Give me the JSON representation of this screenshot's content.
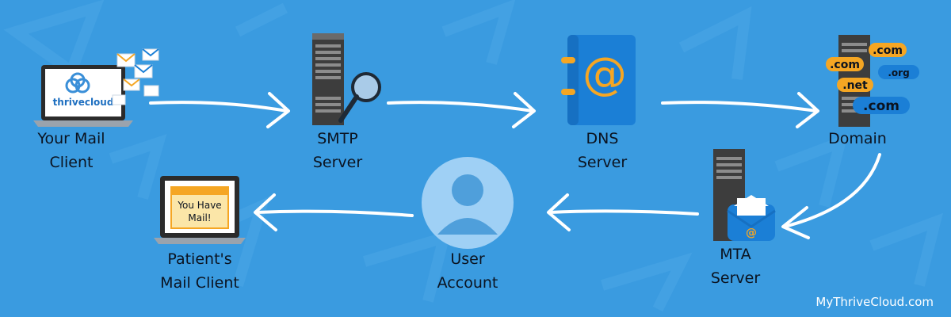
{
  "nodes": {
    "mail_client": {
      "line1": "Your Mail",
      "line2": "Client",
      "logo_text": "thrivecloud"
    },
    "smtp": {
      "line1": "SMTP",
      "line2": "Server"
    },
    "dns": {
      "line1": "DNS",
      "line2": "Server",
      "symbol": "@"
    },
    "domain": {
      "line1": "Domain",
      "tlds": [
        ".com",
        ".com",
        ".org",
        ".net",
        ".com"
      ]
    },
    "mta": {
      "line1": "MTA",
      "line2": "Server",
      "symbol": "@"
    },
    "user_account": {
      "line1": "User",
      "line2": "Account"
    },
    "patient": {
      "line1": "Patient's",
      "line2": "Mail Client",
      "screen_text_1": "You Have",
      "screen_text_2": "Mail!"
    }
  },
  "watermark": "MyThriveCloud.com",
  "colors": {
    "background": "#3a9be0",
    "accent_orange": "#f5a623",
    "dns_blue": "#1b7fd6",
    "text_dark": "#0b1320"
  }
}
